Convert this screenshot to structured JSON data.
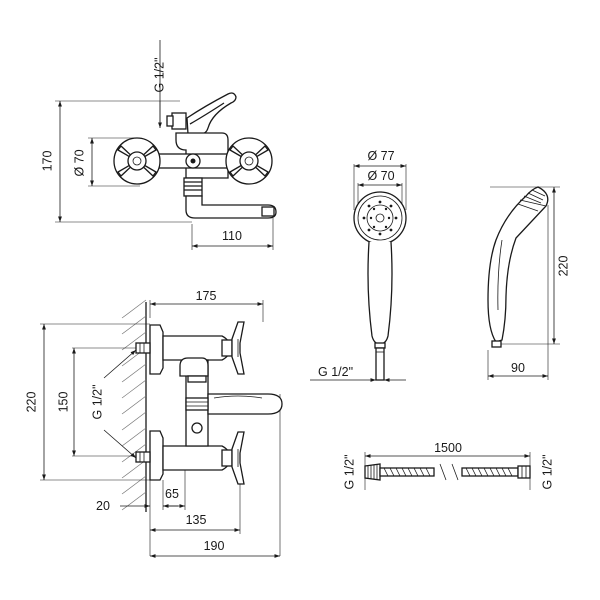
{
  "dimensions": {
    "top_thread": "G 1/2\"",
    "top_height": "170",
    "top_diameter": "Ø 70",
    "top_spout": "110",
    "head_outer": "Ø 77",
    "head_inner": "Ø 70",
    "shower_height": "220",
    "shower_thread": "G 1/2\"",
    "shower_depth": "90",
    "front_width": "175",
    "front_height": "220",
    "front_spacing": "150",
    "front_thread": "G 1/2\"",
    "front_20": "20",
    "front_65": "65",
    "front_135": "135",
    "front_190": "190",
    "hose_length": "1500",
    "hose_left_thread": "G 1/2\"",
    "hose_right_thread": "G 1/2\""
  },
  "colors": {
    "line": "#1a1a1a",
    "hatch": "#777777"
  }
}
